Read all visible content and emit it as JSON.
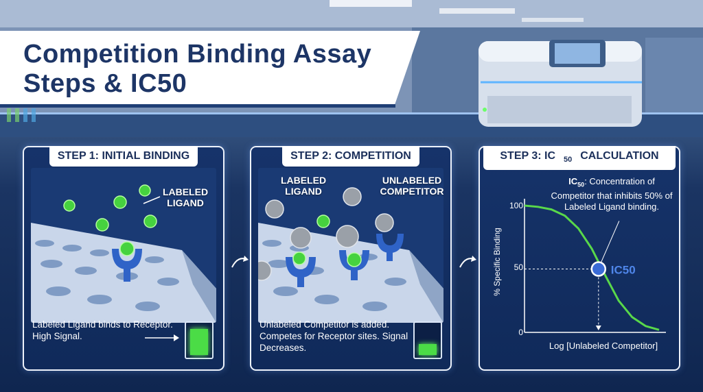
{
  "title": {
    "line1": "Competition Binding Assay",
    "line2": "Steps & IC50"
  },
  "steps": [
    {
      "heading": "STEP 1: INITIAL BINDING",
      "labels": [
        "LABELED LIGAND"
      ],
      "description": "Labeled Ligand binds to Receptor. High Signal.",
      "signal_level": 0.85
    },
    {
      "heading": "STEP 2: COMPETITION",
      "labels": [
        "LABELED LIGAND",
        "UNLABELED COMPETITOR"
      ],
      "description": "Unlabeled Competitor is added. Competes for Receptor sites. Signal Decreases.",
      "signal_level": 0.35
    },
    {
      "heading_prefix": "STEP 3: IC",
      "heading_sub": "50",
      "heading_suffix": " CALCULATION",
      "note_bold": "IC",
      "note_sub": "50",
      "note_text": ": Concentration of Competitor that inhibits 50% of Labeled Ligand binding."
    }
  ],
  "chart_data": {
    "type": "line",
    "xlabel": "Log [Unlabeled Competitor]",
    "ylabel": "% Specific Binding",
    "yticks": [
      "100",
      "50",
      "0"
    ],
    "ylim": [
      0,
      100
    ],
    "series": [
      {
        "x": [
          0,
          1,
          2,
          3,
          4,
          5,
          6,
          7,
          8,
          9,
          10
        ],
        "values": [
          100,
          99,
          97,
          92,
          82,
          66,
          45,
          25,
          12,
          5,
          2
        ]
      }
    ],
    "annotation": {
      "label": "IC50",
      "x": 5.5,
      "y": 50
    },
    "line_color": "#59d84a",
    "point_color": "#3a6bd6"
  },
  "colors": {
    "panel_bg": "#122f63",
    "accent_green": "#4bdc46",
    "title": "#1d3566"
  }
}
